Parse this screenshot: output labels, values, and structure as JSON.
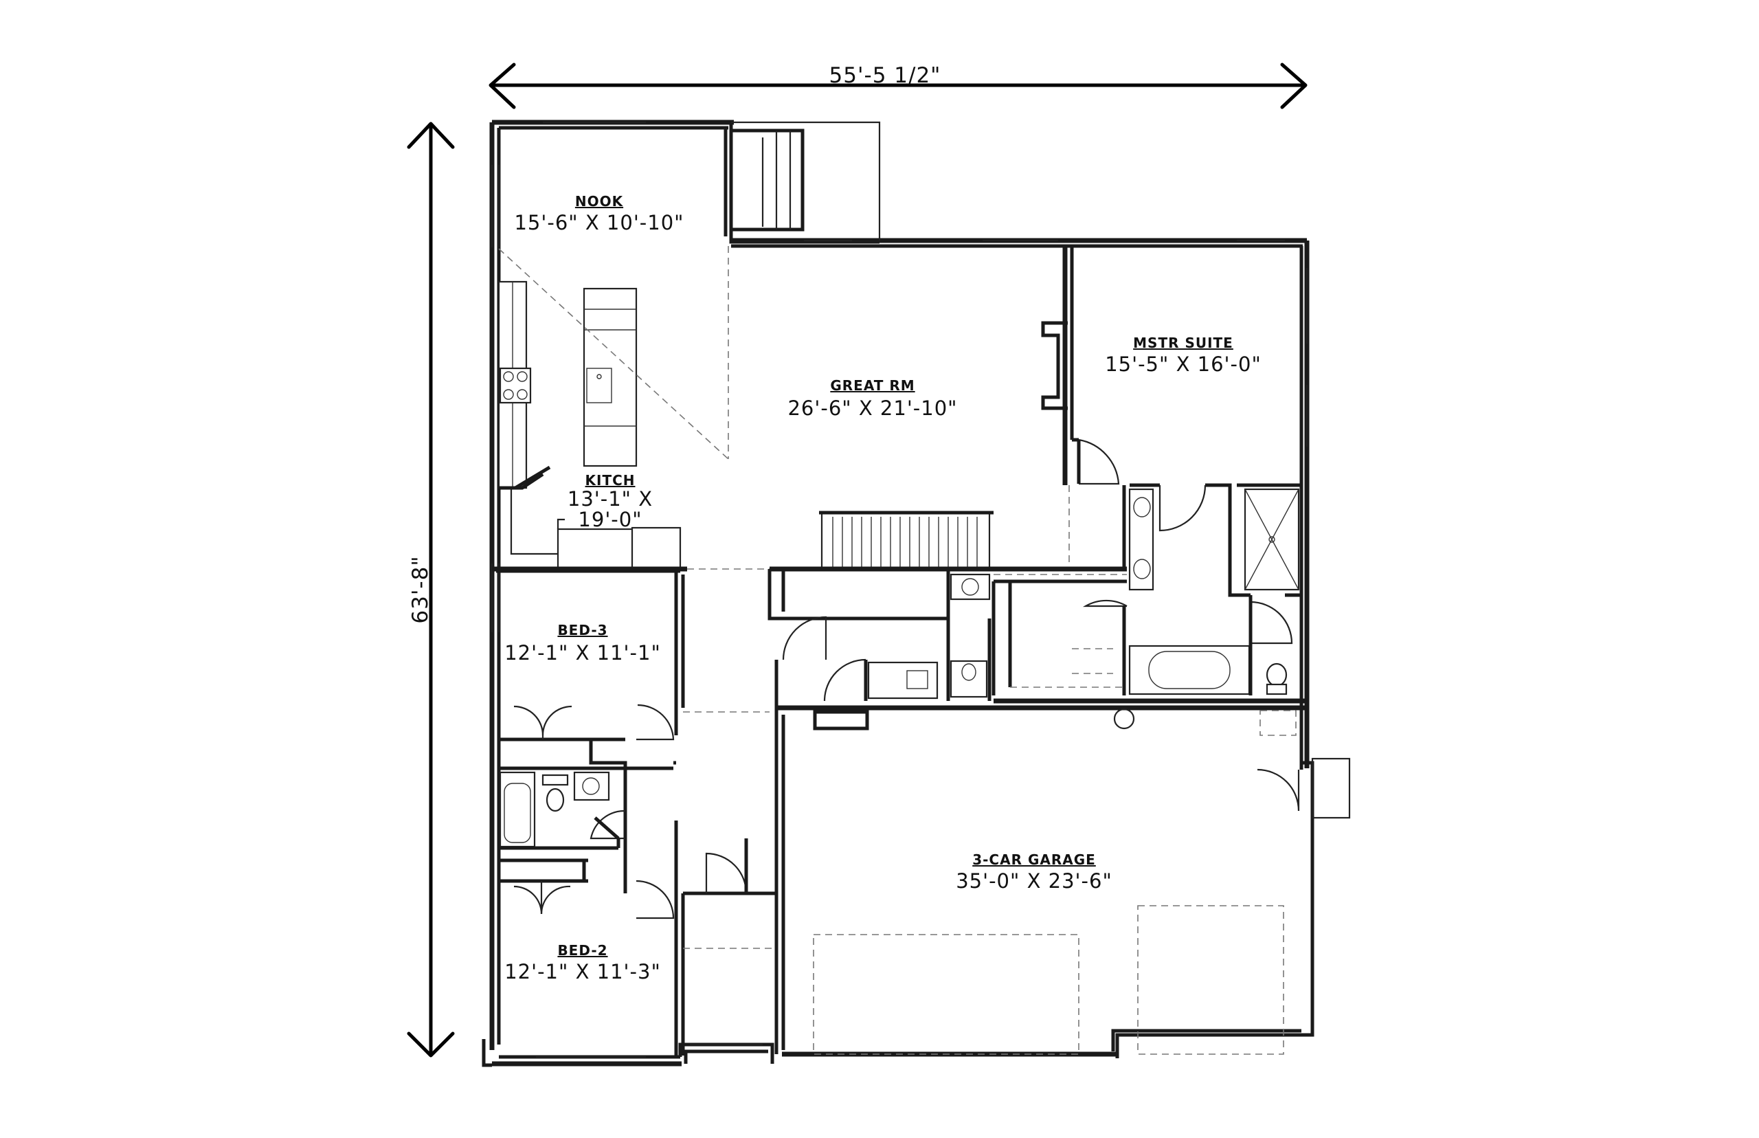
{
  "overall": {
    "width_label": "55'-5 1/2\"",
    "depth_label": "63'-8\""
  },
  "rooms": {
    "nook": {
      "name": "NOOK",
      "size": "15'-6\" X 10'-10\""
    },
    "great_rm": {
      "name": "GREAT RM",
      "size": "26'-6\" X 21'-10\""
    },
    "mstr_suite": {
      "name": "MSTR SUITE",
      "size": "15'-5\" X 16'-0\""
    },
    "kitch": {
      "name": "KITCH",
      "size_line1": "13'-1\" X",
      "size_line2": "19'-0\""
    },
    "bed3": {
      "name": "BED-3",
      "size": "12'-1\" X 11'-1\""
    },
    "bed2": {
      "name": "BED-2",
      "size": "12'-1\" X 11'-3\""
    },
    "garage": {
      "name": "3-CAR GARAGE",
      "size": "35'-0\" X 23'-6\""
    }
  }
}
